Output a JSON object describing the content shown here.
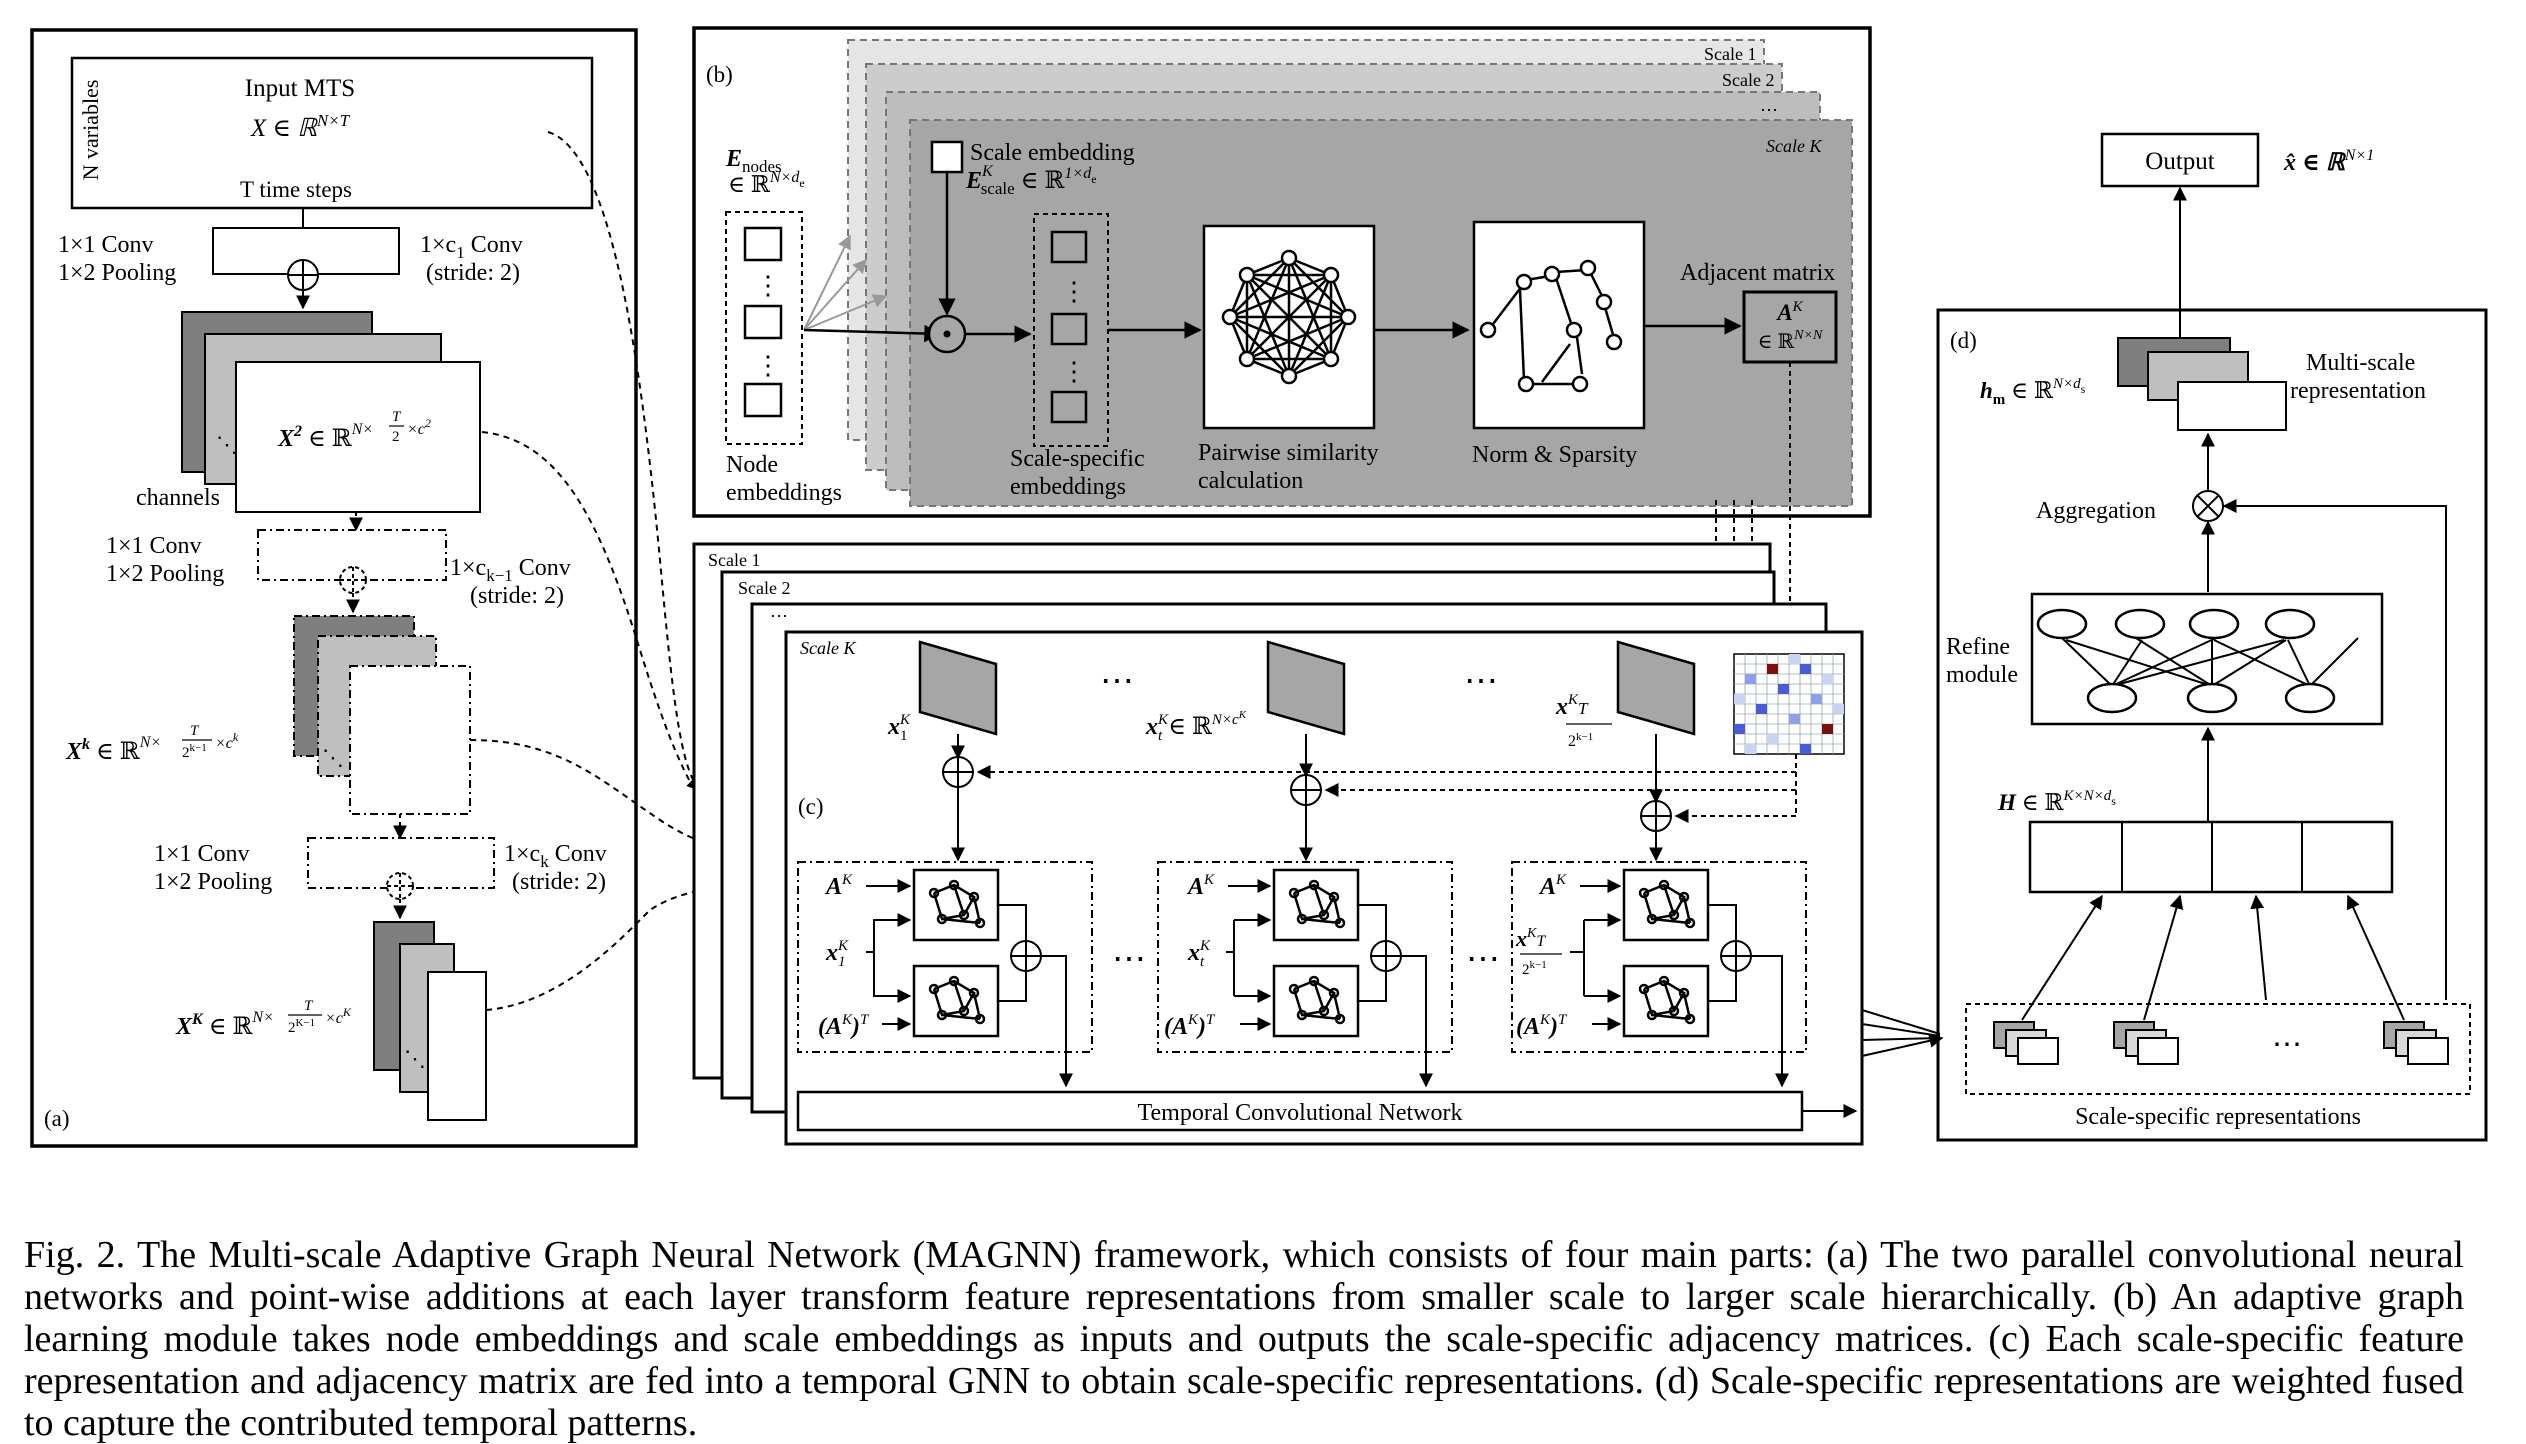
{
  "panel_a": {
    "label": "(a)",
    "input_title": "Input MTS",
    "input_var": "X ∈ ℝ",
    "input_sup": "N×T",
    "vars_label": "N variables",
    "time_label": "T time steps",
    "conv_left": "1×1 Conv",
    "pool_left": "1×2 Pooling",
    "conv1_right_a": "1×c",
    "conv1_right_sub": "1",
    "conv1_right_b": " Conv",
    "stride": "(stride: 2)",
    "x2_var": "X",
    "x2_sup": "2",
    "x2_in": " ∈ ℝ",
    "x2_dim_a": "N×",
    "x2_frac_num": "T",
    "x2_frac_den": "2",
    "x2_dim_b": "×c",
    "x2_dim_exp": "2",
    "channels": "channels",
    "convk1_a": "1×c",
    "convk1_sub": "k−1",
    "convk1_b": " Conv",
    "xk_var": "X",
    "xk_sup": "k",
    "xk_in": " ∈ ℝ",
    "xk_dim_a": "N×",
    "xk_frac_num": "T",
    "xk_frac_den": "2",
    "xk_frac_den_exp": "k−1",
    "xk_dim_b": "×c",
    "xk_dim_exp": "k",
    "convk_a": "1×c",
    "convk_sub": "k",
    "convk_b": " Conv",
    "xK_var": "X",
    "xK_sup": "K",
    "xK_in": " ∈ ℝ",
    "xK_dim_a": "N×",
    "xK_frac_num": "T",
    "xK_frac_den": "2",
    "xK_frac_den_exp": "K−1",
    "xK_dim_b": "×c",
    "xK_dim_exp": "K",
    "dots": "⋱"
  },
  "panel_b": {
    "label": "(b)",
    "scale_1": "Scale 1",
    "scale_2": "Scale 2",
    "scale_dots": "⋯",
    "scale_K": "Scale K",
    "e_nodes_var": "E",
    "e_nodes_sub": "nodes",
    "e_nodes_in": "∈ ℝ",
    "e_nodes_sup": "N×d",
    "e_nodes_sup_sub": "e",
    "node_emb_1": "Node",
    "node_emb_2": "embeddings",
    "scale_emb_title": "Scale embedding",
    "e_scale_var": "E",
    "e_scale_sup": "K",
    "e_scale_sub": "scale",
    "e_scale_in": " ∈ ℝ",
    "e_scale_dim": "1×d",
    "e_scale_dim_sub": "e",
    "scale_spec_1": "Scale-specific",
    "scale_spec_2": "embeddings",
    "pairwise_1": "Pairwise similarity",
    "pairwise_2": "calculation",
    "norm": "Norm & Sparsity",
    "adj_title": "Adjacent matrix",
    "adj_var": "A",
    "adj_sup": "K",
    "adj_in": "∈ ℝ",
    "adj_dim": "N×N",
    "vdots": "⋮"
  },
  "panel_c": {
    "label": "(c)",
    "scale_1": "Scale 1",
    "scale_2": "Scale 2",
    "scale_dots": "⋯",
    "scale_K": "Scale K",
    "x1": "x",
    "x1_sup": "K",
    "x1_sub": "1",
    "xt": "x",
    "xt_sup": "K",
    "xt_sub": "t",
    "xt_in": " ∈ ℝ",
    "xt_dim": "N×c",
    "xt_dim_exp": "K",
    "xT": "x",
    "xT_sup": "K",
    "xT_sub": "T",
    "xT_den": "2",
    "xT_den_exp": "k−1",
    "ak": "A",
    "ak_sup": "K",
    "akT_a": "(A",
    "akT_sup": "K",
    "akT_b": ")",
    "akT_exp": "T",
    "ellipsis": "⋯",
    "tcn": "Temporal Convolutional Network"
  },
  "panel_d": {
    "label": "(d)",
    "output": "Output",
    "xhat": "x̂ ∈ ℝ",
    "xhat_dim": "N×1",
    "hm_var": "h",
    "hm_sub": "m",
    "hm_in": " ∈ ℝ",
    "hm_dim": "N×d",
    "hm_dim_sub": "s",
    "multi_1": "Multi-scale",
    "multi_2": "representation",
    "aggregation": "Aggregation",
    "refine_1": "Refine",
    "refine_2": "module",
    "H_var": "H",
    "H_in": " ∈ ℝ",
    "H_dim": "K×N×d",
    "H_dim_sub": "s",
    "scale_reps": "Scale-specific representations",
    "dots": "⋯"
  },
  "caption": "Fig. 2.  The Multi-scale Adaptive Graph Neural Network (MAGNN) framework, which consists of four main parts: (a) The two parallel convolutional neural networks and point-wise additions at each layer transform feature representations from smaller scale to larger scale hierarchically. (b) An adaptive graph learning module takes node embeddings and scale embeddings as inputs and outputs the scale-specific adjacency matrices. (c) Each scale-specific feature representation and adjacency matrix are fed into a temporal GNN to obtain scale-specific representations. (d) Scale-specific representations are weighted fused to capture the contributed temporal patterns.",
  "colors": {
    "scale_panel_gray": "#a6a6a6",
    "stack_gray_dark": "#7f7f7f",
    "stack_gray_light": "#bfbfbf",
    "matrix_blue": "#4a5bd4",
    "matrix_red": "#7a1010"
  }
}
